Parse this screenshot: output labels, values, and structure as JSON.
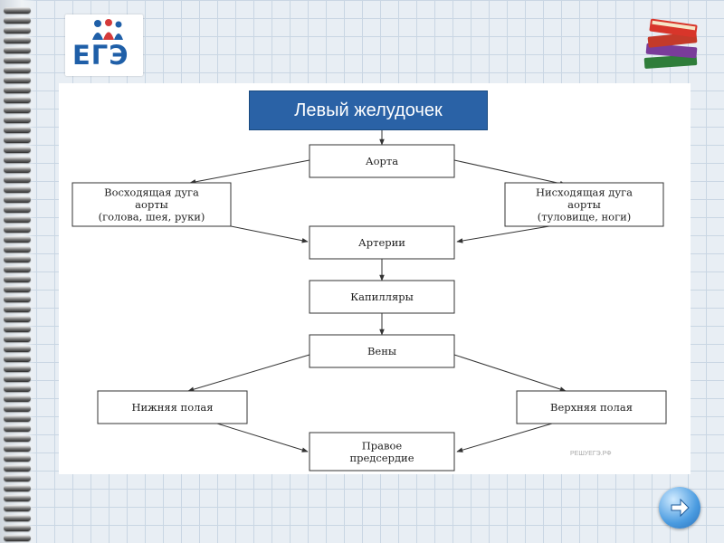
{
  "logo": {
    "text": "ЕГЭ"
  },
  "header": {
    "title": "Левый желудочек"
  },
  "diagram": {
    "nodes": {
      "aorta": [
        "Аорта"
      ],
      "ascending": [
        "Восходящая дуга",
        "аорты",
        "(голова, шея, руки)"
      ],
      "descending": [
        "Нисходящая дуга",
        "аорты",
        "(туловище, ноги)"
      ],
      "arteries": [
        "Артерии"
      ],
      "capillaries": [
        "Капилляры"
      ],
      "veins": [
        "Вены"
      ],
      "lower": [
        "Нижняя полая"
      ],
      "upper": [
        "Верхняя полая"
      ],
      "atrium": [
        "Правое",
        "предсердие"
      ]
    }
  },
  "watermark": "РЕШУЕГЭ.РФ",
  "icons": {
    "next": "arrow-right-icon",
    "books": "books-icon",
    "logo": "ege-logo-icon"
  },
  "colors": {
    "header_bg": "#2a62a6",
    "logo_blue": "#1f5fa8",
    "next_button": "#4a9be0"
  }
}
